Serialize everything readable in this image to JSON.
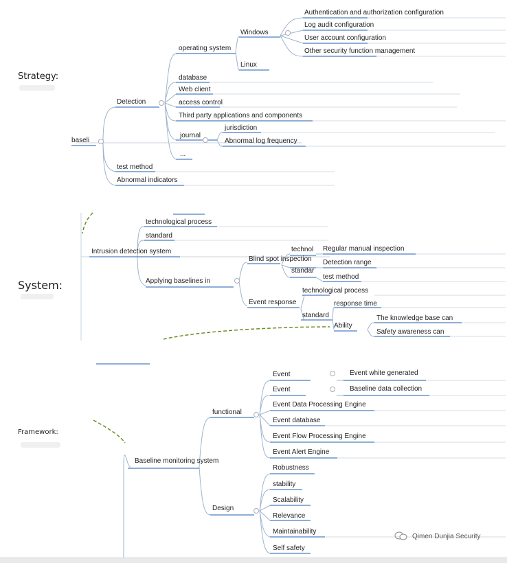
{
  "sections": {
    "strategy": "Strategy:",
    "system": "System:",
    "framework": "Framework:"
  },
  "strategy": {
    "root": "baseli",
    "detection": "Detection",
    "operating_system": "operating system",
    "windows": "Windows",
    "linux": "Linux",
    "win_items": [
      "Authentication and authorization configuration",
      "Log audit configuration",
      "User account configuration",
      "Other security function management"
    ],
    "database": "database",
    "web_client": "Web client",
    "access_control": "access control",
    "third_party": "Third party applications and components",
    "journal": "journal",
    "jurisdiction": "jurisdiction",
    "abnormal_log": "Abnormal log frequency",
    "ellipsis": "...",
    "test_method": "test method",
    "abnormal_indicators": "Abnormal indicators"
  },
  "system": {
    "intrusion": "Intrusion detection system",
    "tech_process": "technological process",
    "standard": "standard",
    "applying": "Applying baselines in",
    "blind_spot": "Blind spot inspection",
    "techno": "technol",
    "regular_manual": "Regular manual inspection",
    "detection_range": "Detection range",
    "standar": "standar",
    "test_method": "test method",
    "event_response": "Event response",
    "tech_process_2": "technological process",
    "response_time": "response time",
    "standard_2": "standard",
    "ability": "Ability",
    "knowledge_base": "The knowledge base can",
    "safety_awareness": "Safety awareness can"
  },
  "framework": {
    "root": "Baseline monitoring system",
    "functional": "functional",
    "event1": "Event",
    "event_white": "Event white generated",
    "event2": "Event",
    "baseline_data": "Baseline data collection",
    "engine": "Event Data Processing Engine",
    "event_db": "Event database",
    "flow": "Event Flow Processing Engine",
    "alert": "Event Alert Engine",
    "design": "Design",
    "design_items": [
      "Robustness",
      "stability",
      "Scalability",
      "Relevance",
      "Maintainability",
      "Self safety"
    ]
  },
  "watermark": "Qimen Dunjia Security",
  "colors": {
    "line": "#8aa6c4",
    "underline": "#4a7ec0",
    "dashed": "#6b8e23",
    "text": "#1e1e1e"
  }
}
